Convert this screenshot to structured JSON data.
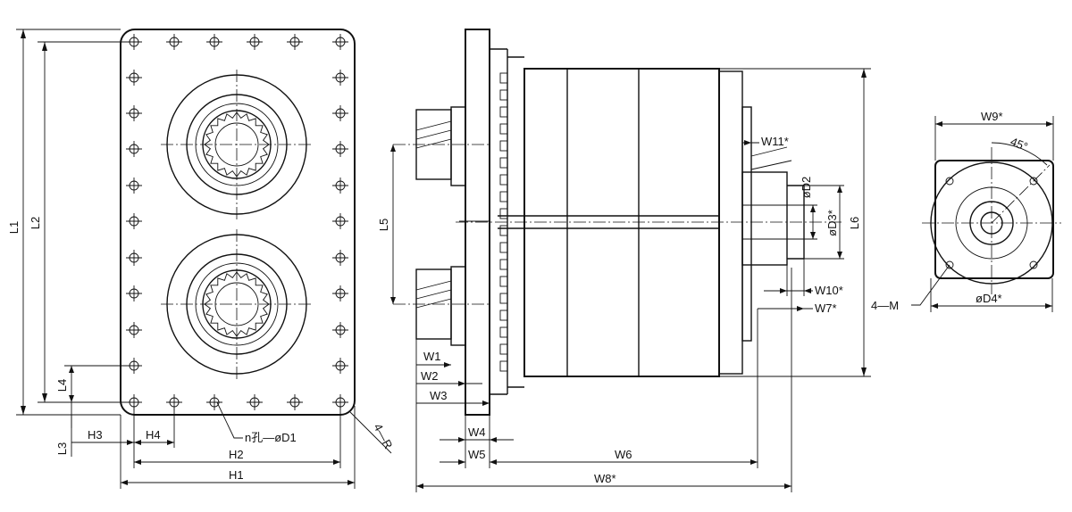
{
  "labels": {
    "L1": "L1",
    "L2": "L2",
    "L3": "L3",
    "L4": "L4",
    "L5": "L5",
    "L6": "L6",
    "H1": "H1",
    "H2": "H2",
    "H3": "H3",
    "H4": "H4",
    "hole_spec": "n孔—øD1",
    "corner_radius": "4—R",
    "W1": "W1",
    "W2": "W2",
    "W3": "W3",
    "W4": "W4",
    "W5": "W5",
    "W6": "W6",
    "W7": "W7*",
    "W8": "W8*",
    "W9": "W9*",
    "W10": "W10*",
    "W11": "W11*",
    "D2": "øD2",
    "D3": "øD3*",
    "D4": "øD4*",
    "angle": "45°",
    "thread": "4—M"
  }
}
